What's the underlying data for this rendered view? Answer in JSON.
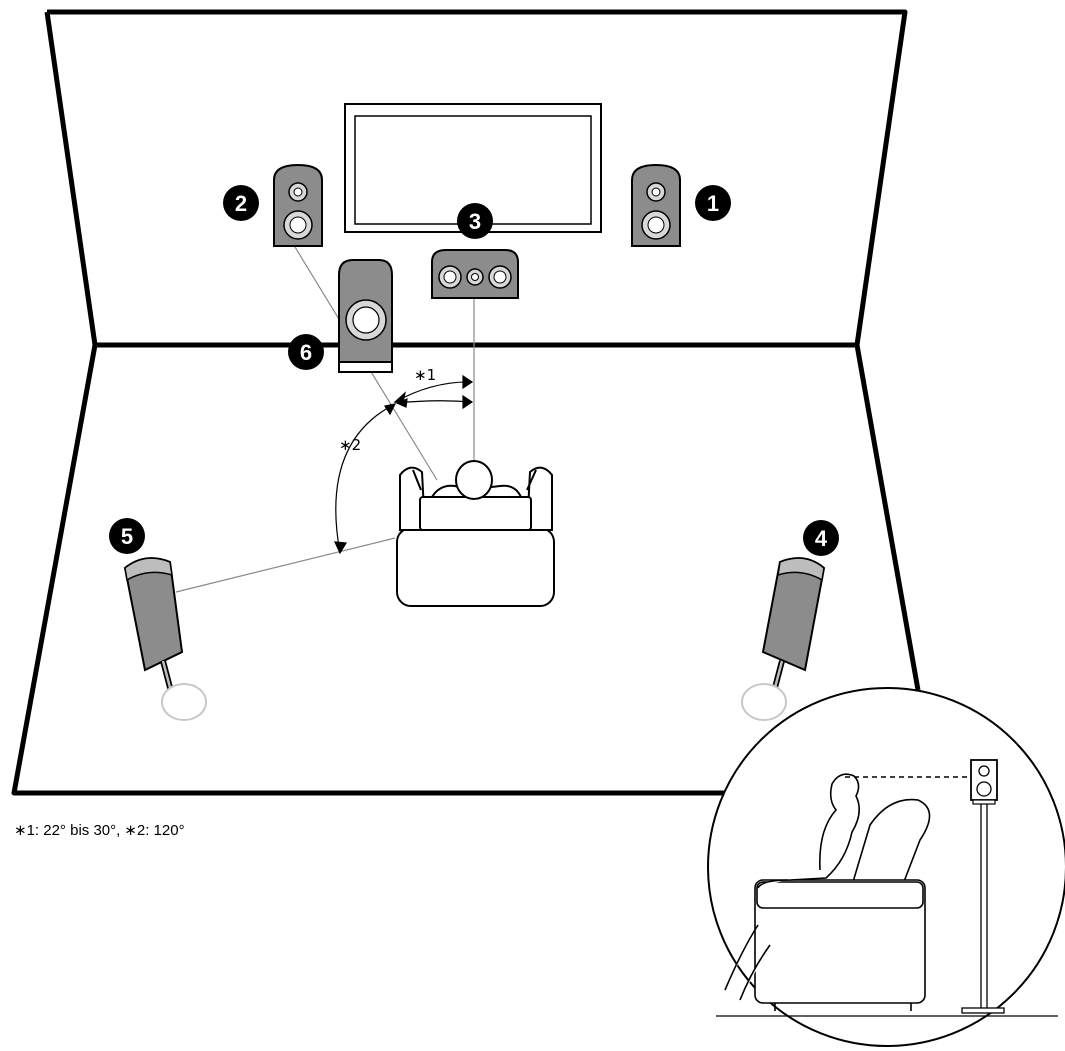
{
  "colors": {
    "line": "#000000",
    "speaker_body": "#8c8c8c",
    "speaker_light": "#bdbdbd",
    "guide_line": "#9a9a9a",
    "badge": "#000000",
    "badge_text": "#ffffff",
    "stand_base": "#c8c8c8"
  },
  "speakers": [
    {
      "badge": "1"
    },
    {
      "badge": "2"
    },
    {
      "badge": "3"
    },
    {
      "badge": "4"
    },
    {
      "badge": "5"
    },
    {
      "badge": "6"
    }
  ],
  "angles": {
    "mark1": "∗1",
    "mark2": "∗2"
  },
  "footnote": {
    "part1": "∗1: 22° bis 30°,",
    "part2": "∗2: 120°"
  }
}
